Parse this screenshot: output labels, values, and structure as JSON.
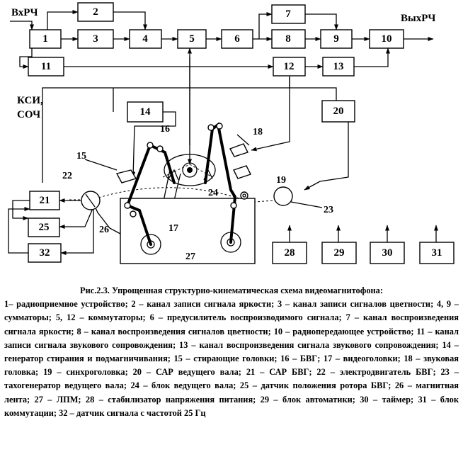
{
  "signals": {
    "input": "ВхРЧ",
    "output": "ВыхРЧ",
    "sync_line1": "КСИ,",
    "sync_line2": "СОЧ"
  },
  "blocks": [
    "1",
    "2",
    "3",
    "4",
    "5",
    "6",
    "7",
    "8",
    "9",
    "10",
    "11",
    "12",
    "13",
    "14",
    "20",
    "21",
    "25",
    "32",
    "28",
    "29",
    "30",
    "31"
  ],
  "labels": [
    "15",
    "16",
    "17",
    "18",
    "19",
    "22",
    "23",
    "24",
    "26",
    "27"
  ],
  "caption": {
    "title": "Рис.2.3. Упрощенная структурно-кинематическая  схема видеомагнитофона:",
    "body": "1– радиоприемное устройство; 2 – канал записи сигнала яркости; 3 – канал записи сигналов цветности; 4, 9 – сумматоры; 5, 12 – коммутаторы; 6 – предусилитель воспроизводимого сигнала; 7 – канал воспроизведения сигнала яркости; 8 – канал воспроизведения сигналов цветности; 10 – радиопередающее устройство; 11 – канал записи сигнала звукового сопровождения; 13 – канал воспроизведения сигнала звукового сопровождения; 14 – генератор стирания и подмагничивания; 15 – стирающие головки; 16 – БВГ; 17 – видеоголовки; 18 – звуковая головка; 19 – синхроголовка; 20 – САР ведущего вала; 21 – САР БВГ; 22 – электродвигатель БВГ; 23 – тахогенератор ведущего вала; 24 – блок ведущего вала; 25 – датчик положения ротора БВГ; 26 – магнитная лента; 27 – ЛПМ; 28 – стабилизатор напряжения питания; 29 – блок автоматики; 30 – таймер; 31 – блок коммутации; 32 – датчик сигнала с частотой 25 Гц"
  }
}
